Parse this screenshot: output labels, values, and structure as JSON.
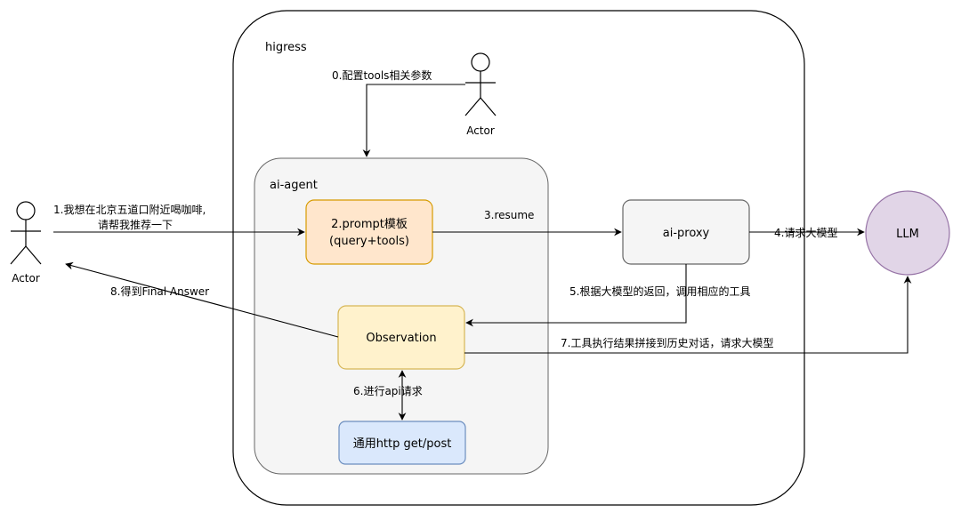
{
  "containers": {
    "higress": {
      "label": "higress"
    },
    "ai_agent": {
      "label": "ai-agent"
    }
  },
  "actors": {
    "user": {
      "label": "Actor"
    },
    "config": {
      "label": "Actor"
    }
  },
  "nodes": {
    "prompt_template": {
      "line1": "2.prompt模板",
      "line2": "(query+tools)"
    },
    "ai_proxy": {
      "label": "ai-proxy"
    },
    "observation": {
      "label": "Observation"
    },
    "http_tool": {
      "label": "通用http get/post"
    },
    "llm": {
      "label": "LLM"
    }
  },
  "steps": {
    "s0": "0.配置tools相关参数",
    "s1_line1": "1.我想在北京五道口附近喝咖啡,",
    "s1_line2": "请帮我推荐一下",
    "s3": "3.resume",
    "s4": "4.请求大模型",
    "s5": "5.根据大模型的返回，调用相应的工具",
    "s6": "6.进行api请求",
    "s7": "7.工具执行结果拼接到历史对话，请求大模型",
    "s8": "8.得到Final Answer"
  },
  "colors": {
    "prompt_fill": "#ffe6cc",
    "prompt_stroke": "#d79b00",
    "proxy_fill": "#f5f5f5",
    "proxy_stroke": "#666666",
    "observation_fill": "#fff2cc",
    "observation_stroke": "#d6b656",
    "http_fill": "#dae8fc",
    "http_stroke": "#6c8ebf",
    "llm_fill": "#e1d5e7",
    "llm_stroke": "#9673a6",
    "agent_fill": "#f5f5f5",
    "agent_stroke": "#666666"
  }
}
